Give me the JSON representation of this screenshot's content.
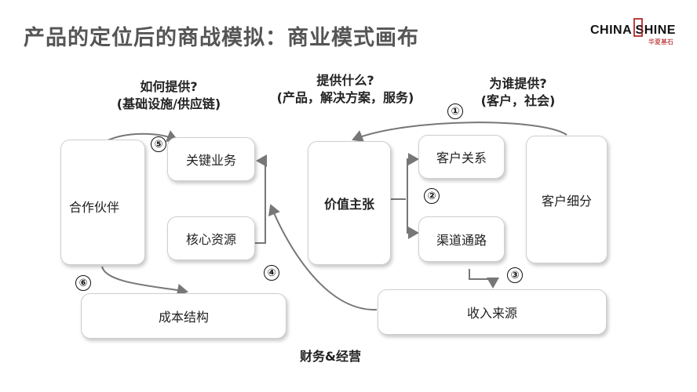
{
  "title": "产品的定位后的商战模拟：商业模式画布",
  "logo": {
    "text": "CHINA SHINE",
    "subtext": "华夏基石"
  },
  "questions": {
    "how": [
      "如何提供?",
      "(基础设施/供应链)"
    ],
    "what": [
      "提供什么?",
      "(产品，解决方案，服务)"
    ],
    "who": [
      "为谁提供?",
      "(客户，社会)"
    ]
  },
  "blocks": {
    "partners": "合作伙伴",
    "key_activities": "关键业务",
    "key_resources": "核心资源",
    "value_proposition": "价值主张",
    "customer_relationships": "客户关系",
    "channels": "渠道通路",
    "customer_segments": "客户细分",
    "cost_structure": "成本结构",
    "revenue_streams": "收入来源"
  },
  "numbers": [
    "①",
    "②",
    "③",
    "④",
    "⑤",
    "⑥"
  ],
  "footer": "财务&经营",
  "colors": {
    "title": "#555555",
    "arrow": "#777777",
    "logo_accent": "#aa1111"
  }
}
